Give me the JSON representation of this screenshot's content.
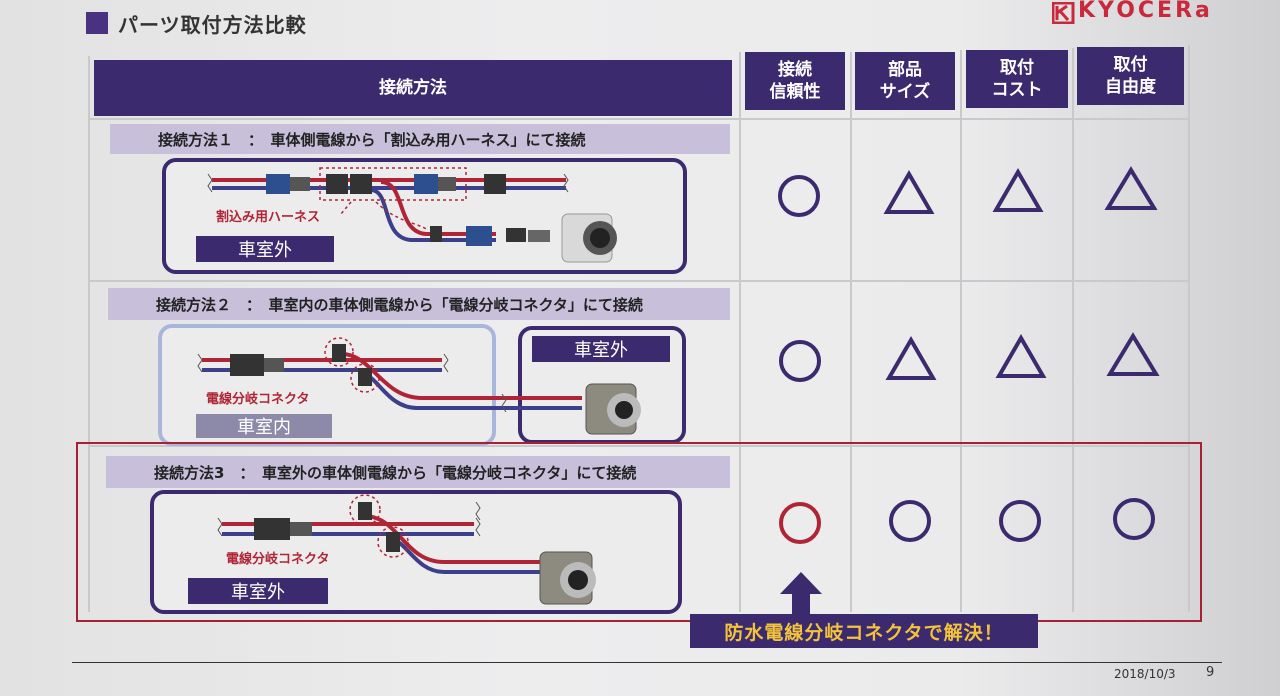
{
  "slide": {
    "title": "パーツ取付方法比較",
    "logo": "KYOCERa",
    "date": "2018/10/3",
    "page_number": "9",
    "accent_color": "#3c2a6e",
    "highlight_color": "#b02536"
  },
  "table": {
    "columns": [
      {
        "id": "method",
        "label": "接続方法"
      },
      {
        "id": "reliability",
        "label": "接続\n信頼性"
      },
      {
        "id": "size",
        "label": "部品\nサイズ"
      },
      {
        "id": "cost",
        "label": "取付\nコスト"
      },
      {
        "id": "freedom",
        "label": "取付\n自由度"
      }
    ],
    "rows": [
      {
        "title": "接続方法１　：　車体側電線から「割込み用ハーネス」にて接続",
        "zone": "車室外",
        "part_label": "割込み用ハーネス",
        "marks": [
          "circle",
          "triangle",
          "triangle",
          "triangle"
        ]
      },
      {
        "title": "接続方法２　：　車室内の車体側電線から「電線分岐コネクタ」にて接続",
        "zone_inner": "車室内",
        "zone_outer": "車室外",
        "part_label": "電線分岐コネクタ",
        "marks": [
          "circle",
          "triangle",
          "triangle",
          "triangle"
        ]
      },
      {
        "title": "接続方法3　：　車室外の車体側電線から「電線分岐コネクタ」にて接続",
        "zone": "車室外",
        "part_label": "電線分岐コネクタ",
        "marks": [
          "circle-red",
          "circle",
          "circle",
          "circle"
        ]
      }
    ]
  },
  "callout": {
    "text": "防水電線分岐コネクタで解決！"
  }
}
